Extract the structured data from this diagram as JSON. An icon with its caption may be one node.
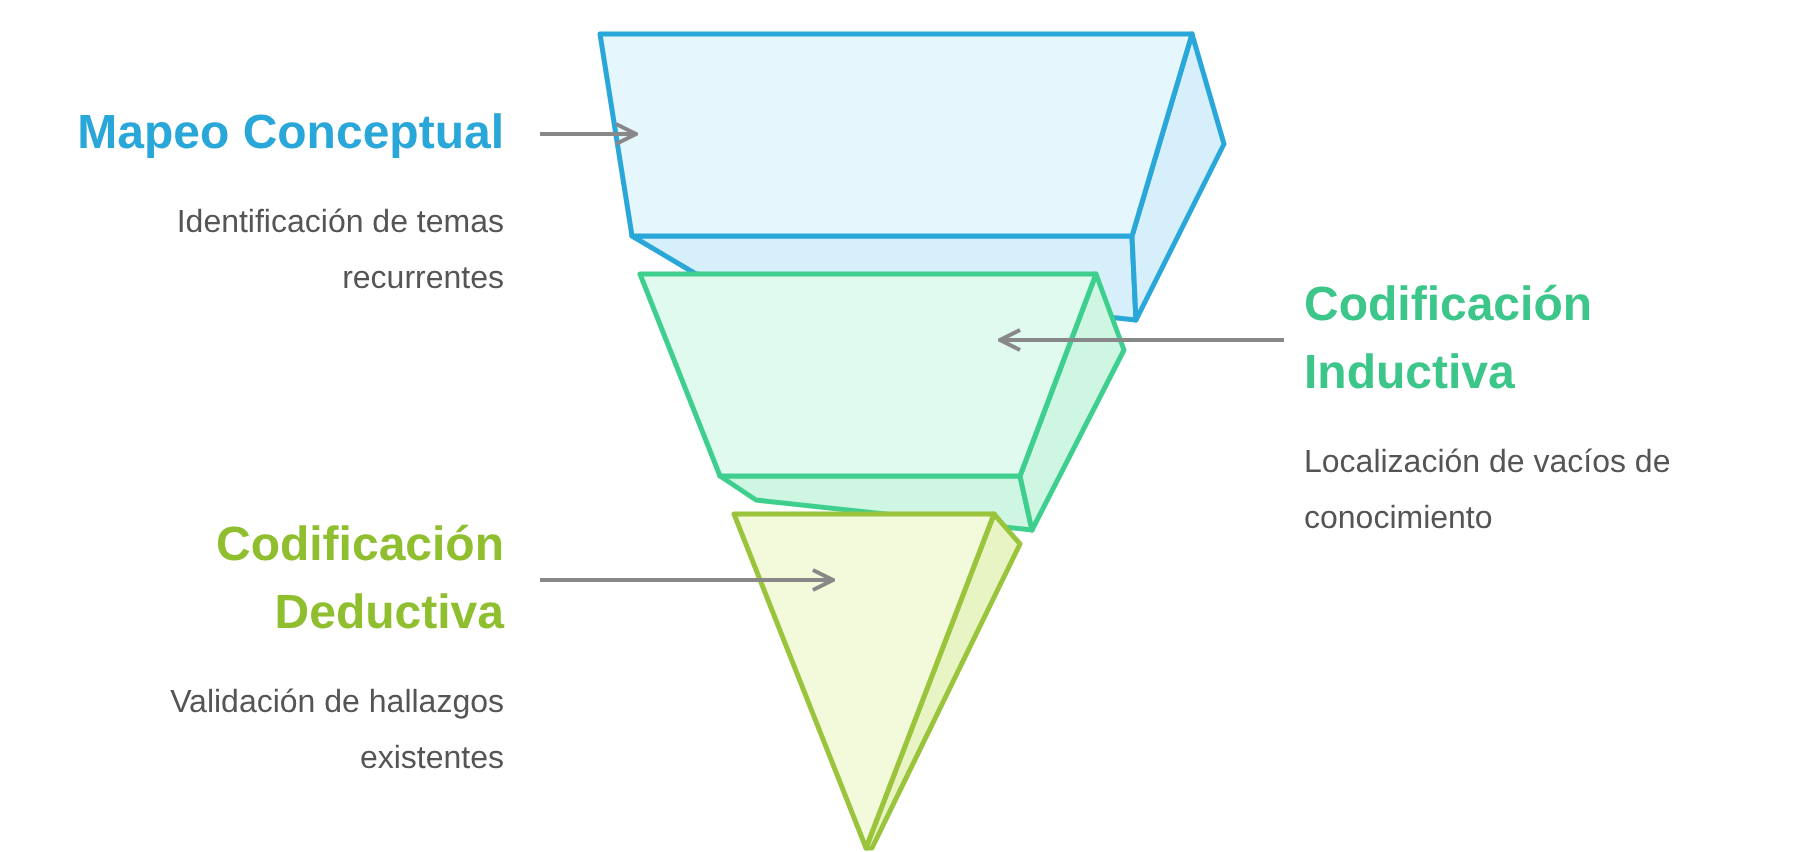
{
  "diagram": {
    "nodes": [
      {
        "text": [
          "Mapeo Conceptual",
          "Identificación de temas recurrentes"
        ]
      },
      {
        "text": [],
        "shape": "box"
      },
      {
        "text": [
          "Codificación Inductiva",
          "Localización de vacíos de conocimiento"
        ]
      },
      {
        "text": [],
        "shape": "box"
      },
      {
        "text": [
          "Codificación Deductiva",
          "Validación de hallazgos existentes"
        ]
      },
      {
        "text": [],
        "shape": "triangle"
      }
    ],
    "edges": [
      {
        "from": 0,
        "to": 1,
        "arrow": "to"
      },
      {
        "from": 2,
        "to": 3,
        "arrow": "to"
      },
      {
        "from": 4,
        "to": 5,
        "arrow": "to"
      }
    ]
  }
}
